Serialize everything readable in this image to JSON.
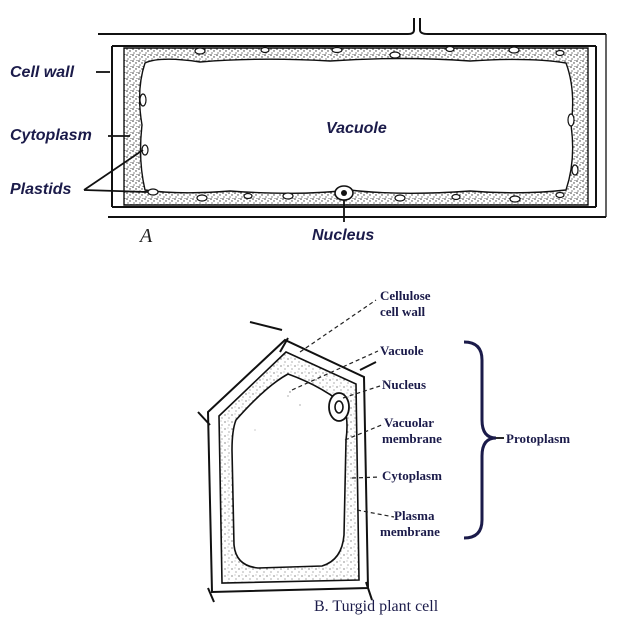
{
  "panel_a": {
    "letter": "A",
    "labels": {
      "cell_wall": "Cell wall",
      "cytoplasm": "Cytoplasm",
      "plastids": "Plastids",
      "vacuole": "Vacuole",
      "nucleus": "Nucleus"
    }
  },
  "panel_b": {
    "labels": {
      "cellulose_1": "Cellulose",
      "cellulose_2": "cell wall",
      "vacuole": "Vacuole",
      "nucleus": "Nucleus",
      "vacuolar_1": "Vacuolar",
      "vacuolar_2": "membrane",
      "cytoplasm": "Cytoplasm",
      "plasma_1": "Plasma",
      "plasma_2": "membrane",
      "protoplasm": "Protoplasm"
    },
    "caption": "B. Turgid plant cell"
  },
  "colors": {
    "label_text": "#1b1b4a",
    "stipple": "#333333"
  }
}
